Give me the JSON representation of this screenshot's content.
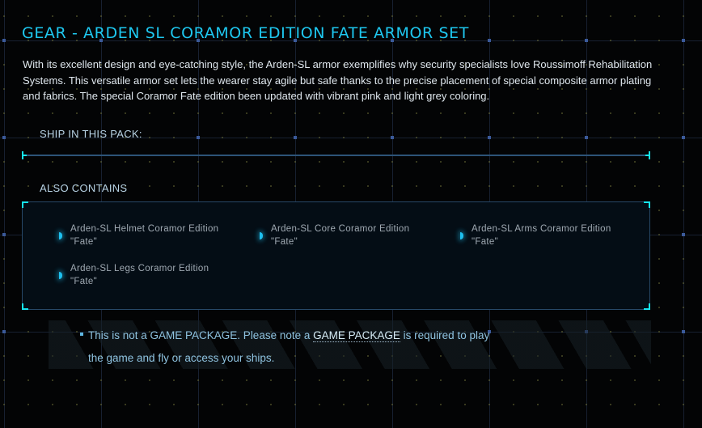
{
  "header": {
    "title": "GEAR - ARDEN SL CORAMOR EDITION FATE ARMOR SET"
  },
  "description": "With its excellent design and eye-catching style, the Arden-SL armor exemplifies why security specialists love Roussimoff Rehabilitation Systems. This versatile armor set lets the wearer stay agile but safe thanks to the precise placement of special composite armor plating and fabrics. The special Coramor Fate edition been updated with vibrant pink and light grey coloring.",
  "ships_section": {
    "label": "SHIP IN THIS PACK:"
  },
  "also_contains": {
    "label": "ALSO CONTAINS",
    "items": [
      {
        "name": "Arden-SL Helmet Coramor Edition",
        "variant": "\"Fate\""
      },
      {
        "name": "Arden-SL Core Coramor Edition",
        "variant": "\"Fate\""
      },
      {
        "name": "Arden-SL Arms Coramor Edition",
        "variant": "\"Fate\""
      },
      {
        "name": "Arden-SL Legs Coramor Edition",
        "variant": "\"Fate\""
      }
    ]
  },
  "notice": {
    "prefix": "This is not a GAME PACKAGE. Please note a ",
    "link_label": "GAME PACKAGE",
    "suffix": " is required to play",
    "line2": "the game and fly or access your ships."
  },
  "colors": {
    "accent": "#1ec8f0",
    "corner_accent": "#16e4f2",
    "background": "#030405",
    "box_bg": "#040d15",
    "box_border": "#274868"
  }
}
